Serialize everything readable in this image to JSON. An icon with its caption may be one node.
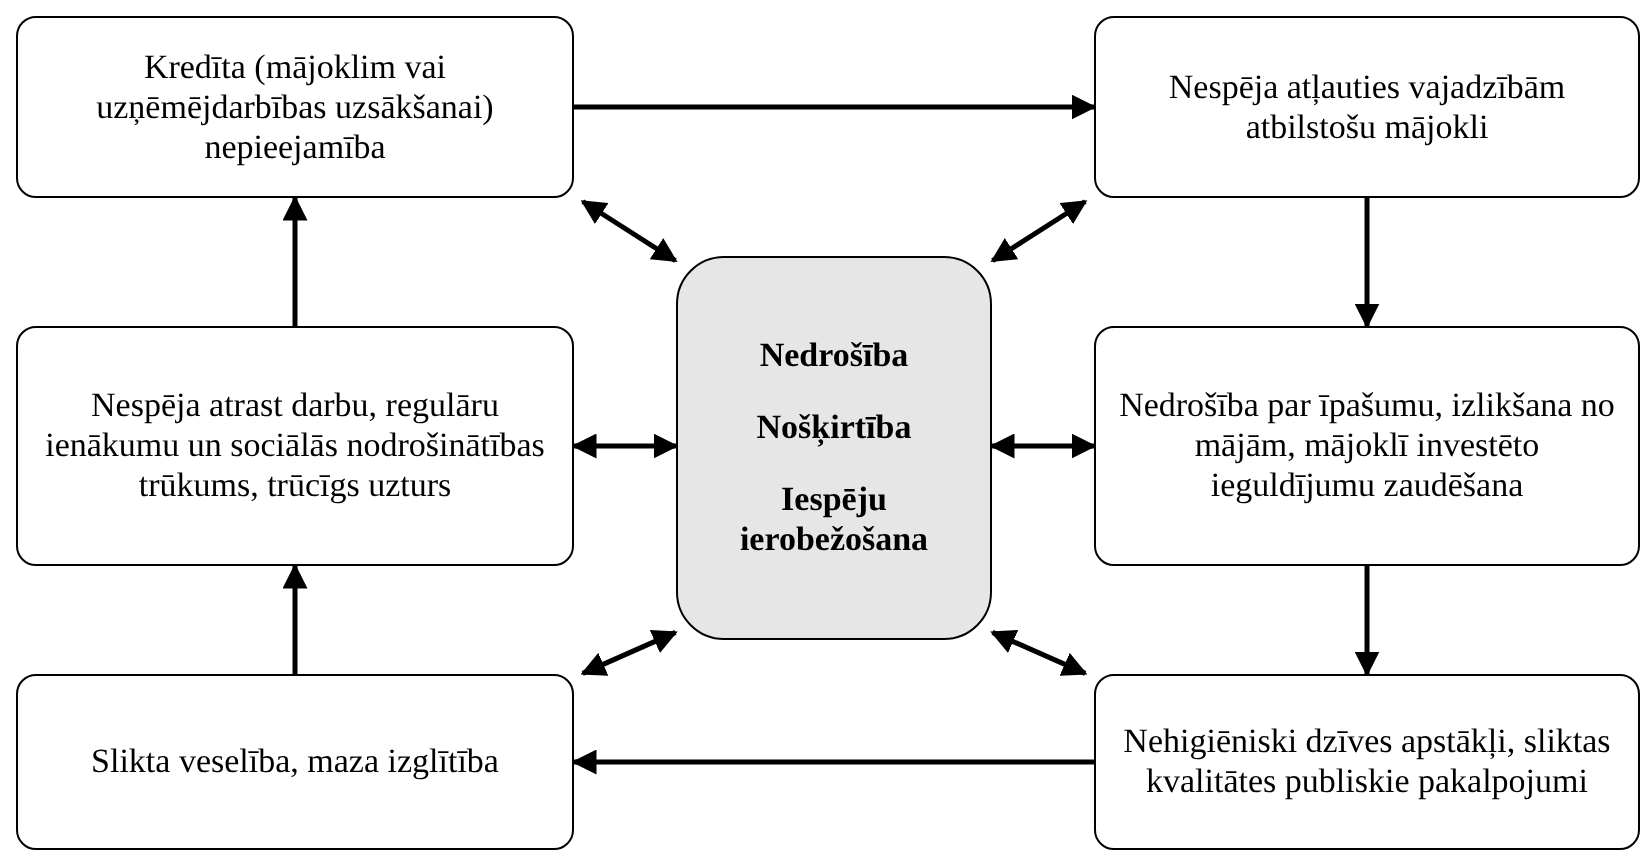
{
  "diagram": {
    "nodes": [
      {
        "text": [
          "Kredīta (mājoklim vai uzņēmējdarbības uzsākšanai) nepieejamība"
        ]
      },
      {
        "text": [
          "Nespēja atļauties vajadzībām atbilstošu mājokli"
        ]
      },
      {
        "text": [
          "Nespēja atrast darbu, regulāru ienākumu un sociālās nodrošinātības trūkums, trūcīgs uzturs"
        ]
      },
      {
        "text": [
          "Nedrošība",
          "Nošķirtība",
          "Iespēju ierobežošana"
        ]
      },
      {
        "text": [
          "Nedrošība par īpašumu, izlikšana no mājām, mājoklī investēto ieguldījumu zaudēšana"
        ]
      },
      {
        "text": [
          "Slikta veselība, maza izglītība"
        ]
      },
      {
        "text": [
          "Nehigiēniski dzīves apstākļi, sliktas kvalitātes publiskie pakalpojumi"
        ]
      }
    ],
    "edges": [
      {
        "from": 0,
        "to": 1,
        "arrow": "to"
      },
      {
        "from": 1,
        "to": 4,
        "arrow": "to"
      },
      {
        "from": 4,
        "to": 6,
        "arrow": "to"
      },
      {
        "from": 6,
        "to": 5,
        "arrow": "to"
      },
      {
        "from": 5,
        "to": 2,
        "arrow": "to"
      },
      {
        "from": 2,
        "to": 0,
        "arrow": "to"
      },
      {
        "from": 3,
        "to": 0,
        "arrow": "both"
      },
      {
        "from": 3,
        "to": 1,
        "arrow": "both"
      },
      {
        "from": 3,
        "to": 2,
        "arrow": "both"
      },
      {
        "from": 3,
        "to": 4,
        "arrow": "both"
      },
      {
        "from": 3,
        "to": 5,
        "arrow": "both"
      },
      {
        "from": 3,
        "to": 6,
        "arrow": "both"
      }
    ]
  }
}
